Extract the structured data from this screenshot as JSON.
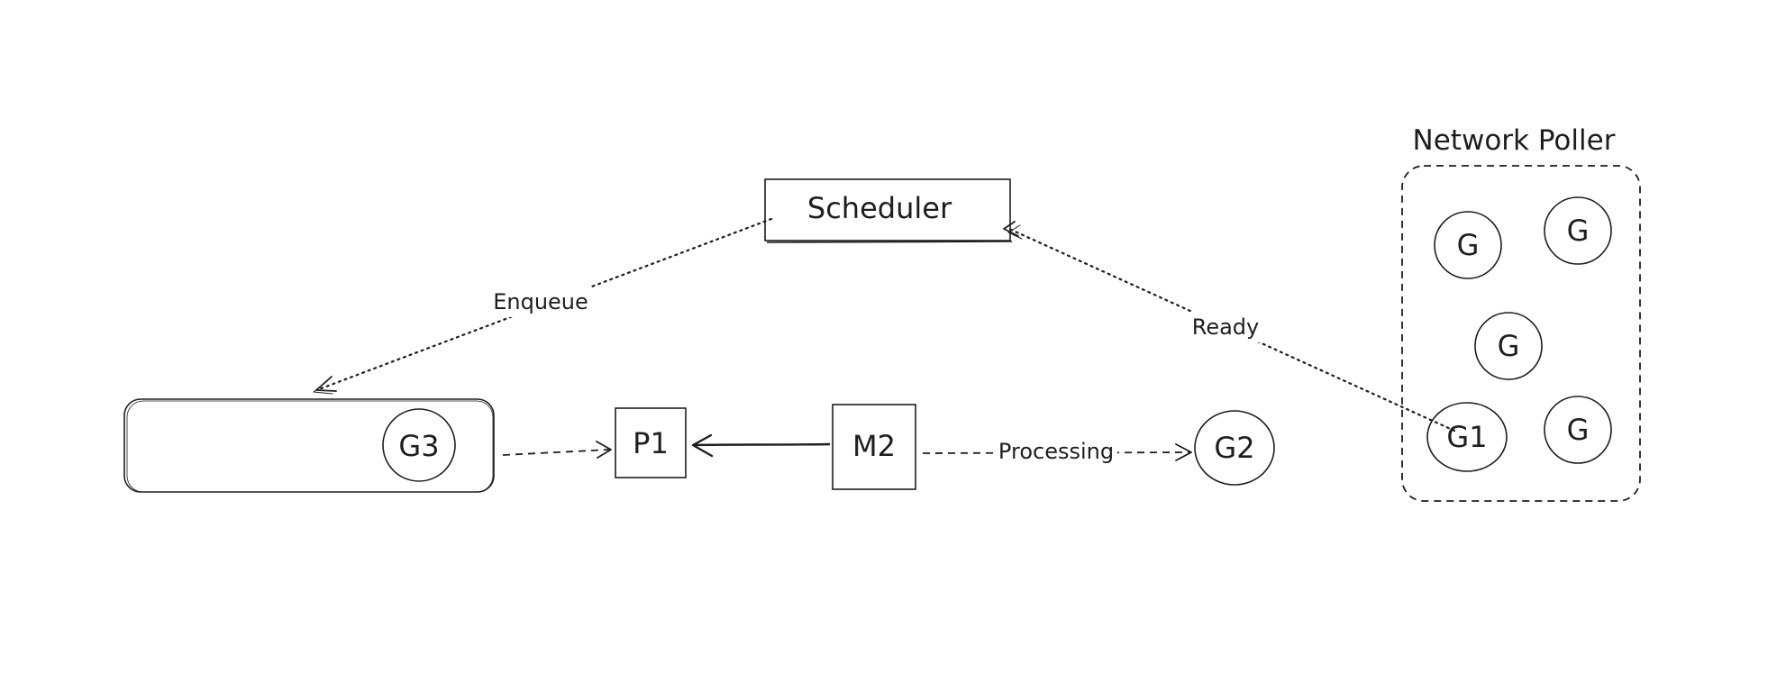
{
  "nodes": {
    "scheduler": "Scheduler",
    "queue_g3": "G3",
    "p1": "P1",
    "m2": "M2",
    "g2": "G2",
    "poller_title": "Network Poller",
    "poller_g_a": "G",
    "poller_g_b": "G",
    "poller_g_c": "G",
    "poller_g1": "G1",
    "poller_g_d": "G"
  },
  "edges": {
    "enqueue": "Enqueue",
    "ready": "Ready",
    "processing": "Processing"
  }
}
